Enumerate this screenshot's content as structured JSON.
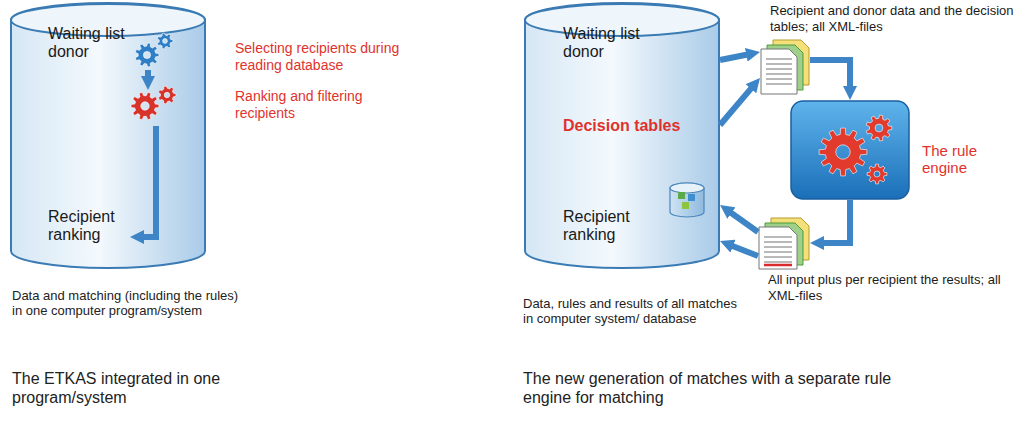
{
  "diagram": {
    "nodes": [
      {
        "text": [
          "Waiting list donor",
          "Recipient ranking"
        ]
      },
      {
        "text": [
          "Waiting list donor",
          "Decision tables",
          "Recipient ranking"
        ]
      },
      {
        "text": [
          "Recipient and donor data and the decision tables; all XML-files"
        ]
      },
      {
        "text": [
          "The rule engine"
        ]
      },
      {
        "text": [
          "All input plus per recipient the results; all XML-files"
        ]
      }
    ],
    "edges": [
      {
        "from": 1,
        "to": 2,
        "arrow": "to"
      },
      {
        "from": 1,
        "to": 2,
        "arrow": "to"
      },
      {
        "from": 2,
        "to": 3,
        "arrow": "to"
      },
      {
        "from": 3,
        "to": 4,
        "arrow": "to"
      },
      {
        "from": 4,
        "to": 1,
        "arrow": "to"
      },
      {
        "from": 4,
        "to": 1,
        "arrow": "to"
      }
    ],
    "labels": [
      "Selecting recipients during reading database",
      "Ranking and filtering recipients",
      "Data and matching (including the rules) in one computer program/system",
      "The ETKAS integrated in one program/system",
      "Data, rules and results of all matches in computer system/ database",
      "The new generation of matches with a separate rule engine for matching"
    ]
  }
}
